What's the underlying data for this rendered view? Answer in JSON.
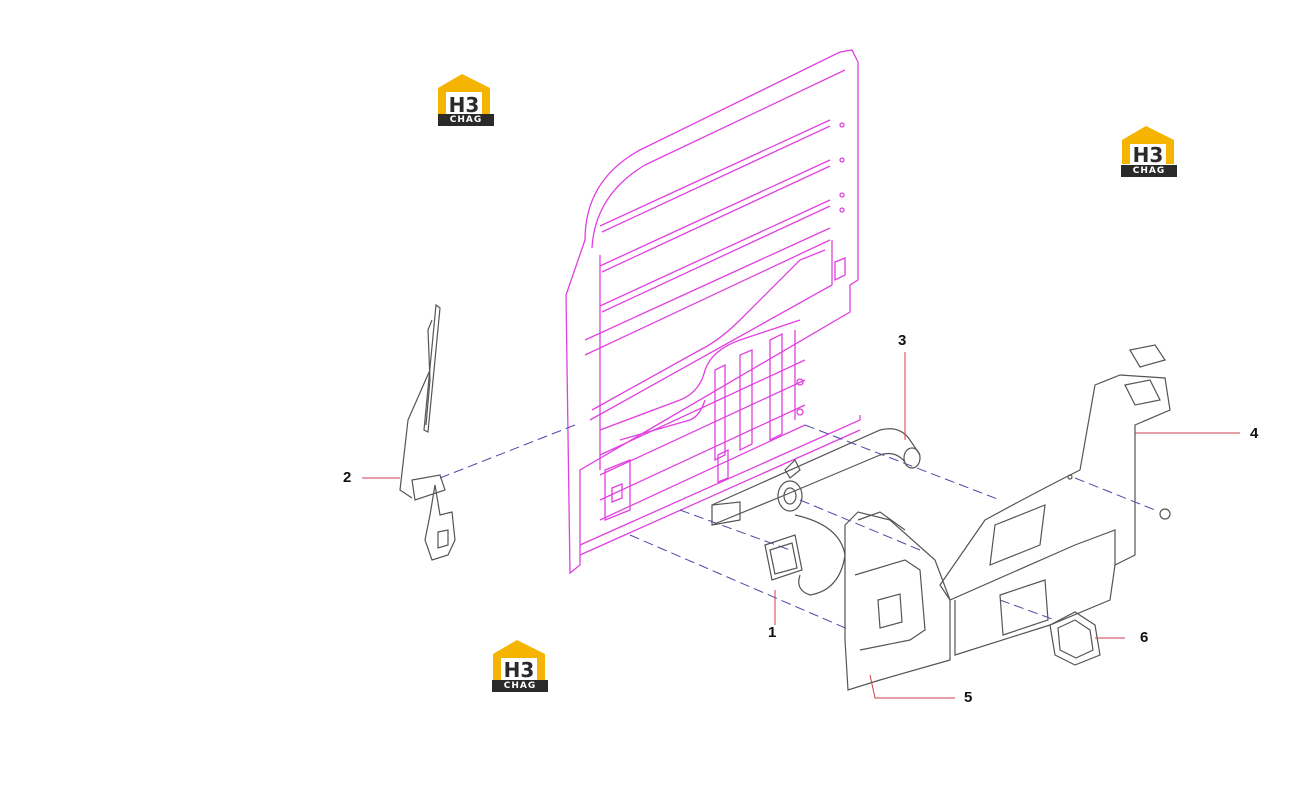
{
  "colors": {
    "frame": "#e040e0",
    "parts": "#555555",
    "leader": "#d04050",
    "dash": "#4a4aa8",
    "logo_yellow": "#f5b400",
    "logo_dark": "#2a2a2a"
  },
  "logos": [
    {
      "text": "CHAG",
      "icon": "h3-house-logo-icon"
    },
    {
      "text": "CHAG",
      "icon": "h3-house-logo-icon"
    },
    {
      "text": "CHAG",
      "icon": "h3-house-logo-icon"
    }
  ],
  "callouts": [
    {
      "number": "1"
    },
    {
      "number": "2"
    },
    {
      "number": "3"
    },
    {
      "number": "4"
    },
    {
      "number": "5"
    },
    {
      "number": "6"
    }
  ]
}
